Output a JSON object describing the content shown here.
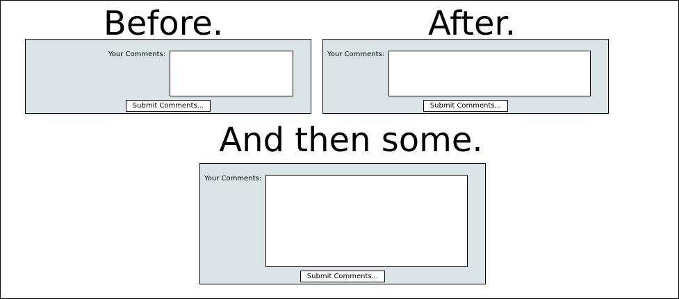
{
  "sections": [
    {
      "heading": "Before.",
      "form": {
        "label": "Your Comments:",
        "comment_value": "",
        "submit_label": "Submit Comments..."
      }
    },
    {
      "heading": "After.",
      "form": {
        "label": "Your Comments:",
        "comment_value": "",
        "submit_label": "Submit Comments..."
      }
    },
    {
      "heading": "And then some.",
      "form": {
        "label": "Your Comments:",
        "comment_value": "",
        "submit_label": "Submit Comments..."
      }
    }
  ],
  "colors": {
    "panel_background": "#dae3e5",
    "border": "#000000",
    "field_background": "#ffffff"
  }
}
